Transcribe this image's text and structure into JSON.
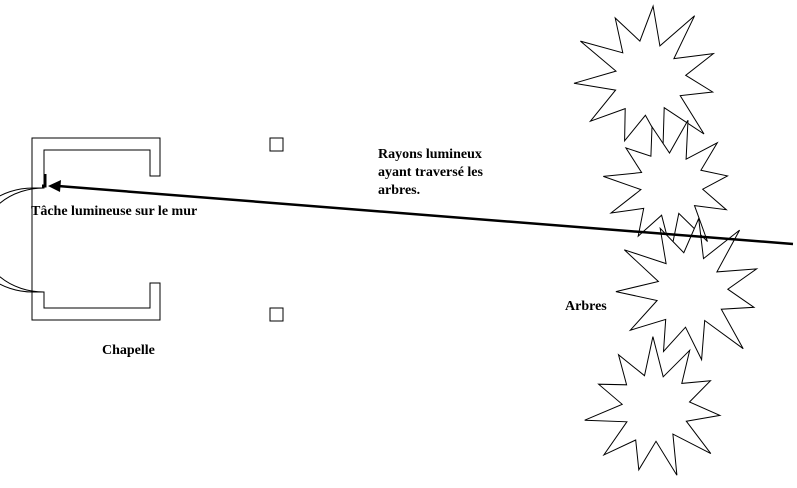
{
  "labels": {
    "light_spot": "Tâche lumineuse sur le mur",
    "rays_line1": "Rayons lumineux",
    "rays_line2": "ayant traversé les",
    "rays_line3": "arbres.",
    "trees": "Arbres",
    "chapel": "Chapelle"
  },
  "colors": {
    "stroke": "#000000",
    "background": "#ffffff"
  }
}
